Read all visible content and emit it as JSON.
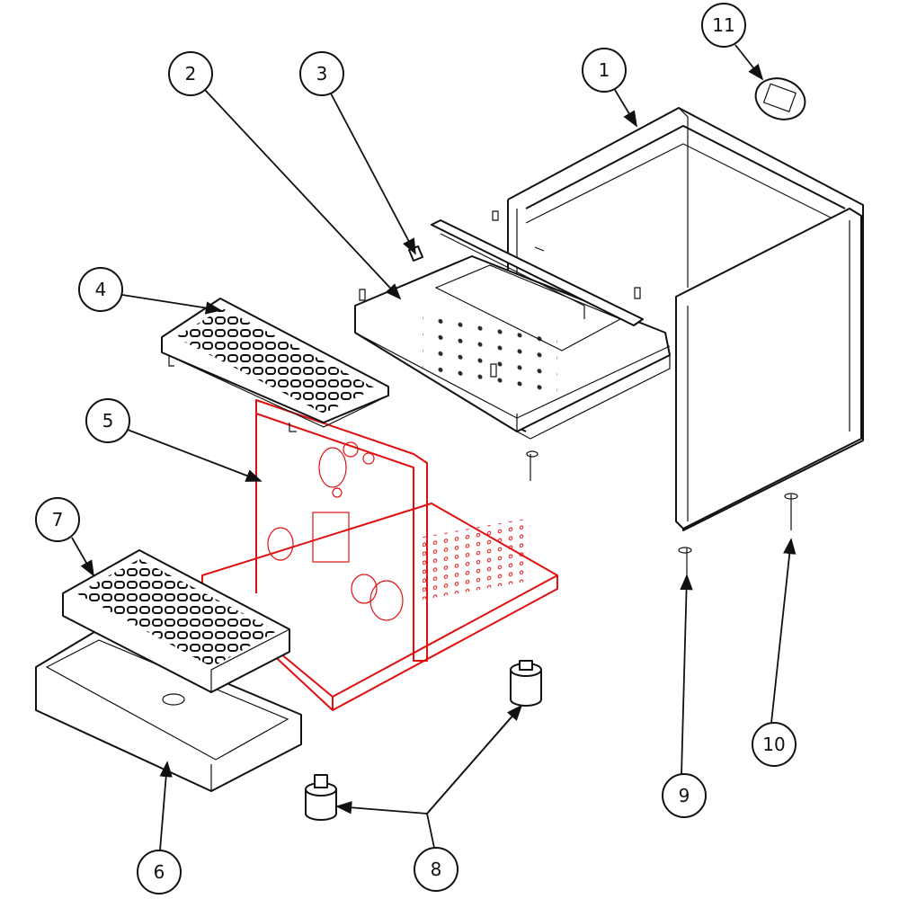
{
  "diagram": {
    "type": "exploded parts diagram",
    "accent_color": "#e01010",
    "callouts": [
      {
        "label": "1"
      },
      {
        "label": "2"
      },
      {
        "label": "3"
      },
      {
        "label": "4"
      },
      {
        "label": "5"
      },
      {
        "label": "6"
      },
      {
        "label": "7"
      },
      {
        "label": "8"
      },
      {
        "label": "9"
      },
      {
        "label": "10"
      },
      {
        "label": "11"
      }
    ]
  }
}
